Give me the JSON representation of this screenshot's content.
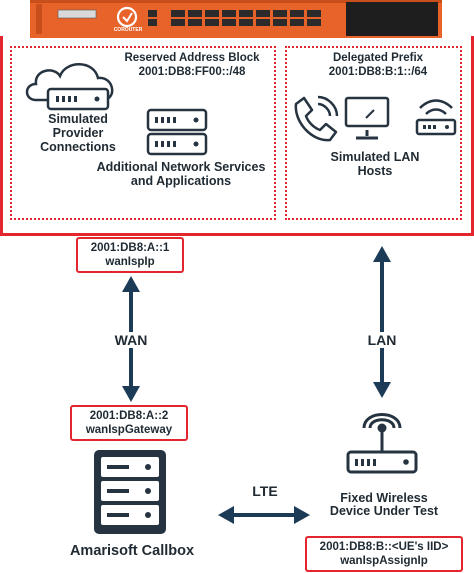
{
  "router": {
    "brand": "COROUTER"
  },
  "top": {
    "reserved": {
      "title": "Reserved Address Block",
      "prefix": "2001:DB8:FF00::/48",
      "provider_label": "Simulated Provider Connections",
      "services_label": "Additional Network Services and Applications"
    },
    "delegated": {
      "title": "Delegated Prefix",
      "prefix": "2001:DB8:B:1::/64",
      "hosts_label": "Simulated LAN Hosts"
    }
  },
  "wan_ip": {
    "address": "2001:DB8:A::1",
    "name": "wanIspIp"
  },
  "gateway_ip": {
    "address": "2001:DB8:A::2",
    "name": "wanIspGateway"
  },
  "dut_ip": {
    "address": "2001:DB8:B::<UE's IID>",
    "name": "wanIspAssignIp"
  },
  "links": {
    "wan": "WAN",
    "lan": "LAN",
    "lte": "LTE"
  },
  "callbox_label": "Amarisoft Callbox",
  "dut_label": "Fixed Wireless Device Under Test",
  "colors": {
    "accent_red": "#e3262e",
    "router_orange": "#e8632a",
    "icon_dark": "#263340",
    "arrow_dark": "#1c3b57"
  }
}
